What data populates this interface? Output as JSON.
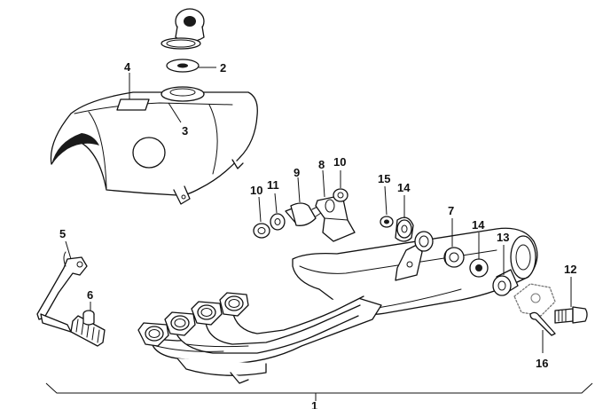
{
  "callouts": [
    {
      "id": "c1",
      "text": "1"
    },
    {
      "id": "c2",
      "text": "2"
    },
    {
      "id": "c3",
      "text": "3"
    },
    {
      "id": "c4",
      "text": "4"
    },
    {
      "id": "c5",
      "text": "5"
    },
    {
      "id": "c6",
      "text": "6"
    },
    {
      "id": "c7",
      "text": "7"
    },
    {
      "id": "c8",
      "text": "8"
    },
    {
      "id": "c9",
      "text": "9"
    },
    {
      "id": "c10a",
      "text": "10"
    },
    {
      "id": "c10b",
      "text": "10"
    },
    {
      "id": "c11",
      "text": "11"
    },
    {
      "id": "c12",
      "text": "12"
    },
    {
      "id": "c13",
      "text": "13"
    },
    {
      "id": "c14a",
      "text": "14"
    },
    {
      "id": "c14b",
      "text": "14"
    },
    {
      "id": "c15",
      "text": "15"
    },
    {
      "id": "c16",
      "text": "16"
    }
  ]
}
